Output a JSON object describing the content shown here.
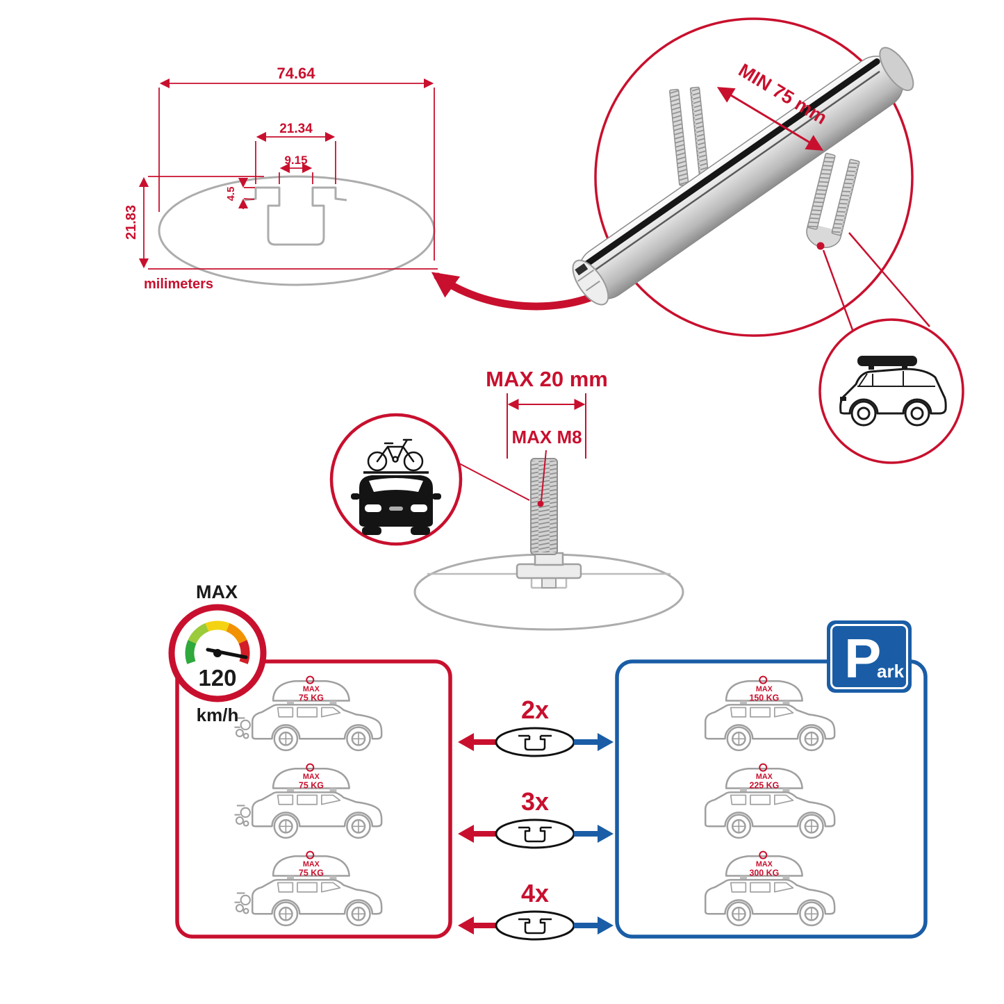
{
  "colors": {
    "red": "#C8102E",
    "blue": "#1A5DA6",
    "gray": "#A0A0A0",
    "black": "#1A1A1A"
  },
  "profile_diagram": {
    "dim_total_width": "74.64",
    "dim_flange_width": "21.34",
    "dim_slot_width": "9.15",
    "dim_step_height": "4.5",
    "dim_total_height": "21.83",
    "units_label": "milimeters"
  },
  "bar_render": {
    "min_spacing_label": "MIN 75 mm"
  },
  "bolt_diagram": {
    "max_width_label": "MAX 20 mm",
    "max_thread_label": "MAX M8"
  },
  "speed_gauge": {
    "max_label": "MAX",
    "value": "120",
    "units": "km/h"
  },
  "load_comparison": {
    "single_bar_cars": [
      {
        "max_label": "MAX",
        "weight": "75 KG"
      },
      {
        "max_label": "MAX",
        "weight": "75 KG"
      },
      {
        "max_label": "MAX",
        "weight": "75 KG"
      }
    ],
    "multipliers": [
      "2x",
      "3x",
      "4x"
    ],
    "multi_bar_cars": [
      {
        "max_label": "MAX",
        "weight": "150 KG"
      },
      {
        "max_label": "MAX",
        "weight": "225 KG"
      },
      {
        "max_label": "MAX",
        "weight": "300 KG"
      }
    ]
  },
  "park_sign": {
    "p": "P",
    "ark": "ark"
  }
}
